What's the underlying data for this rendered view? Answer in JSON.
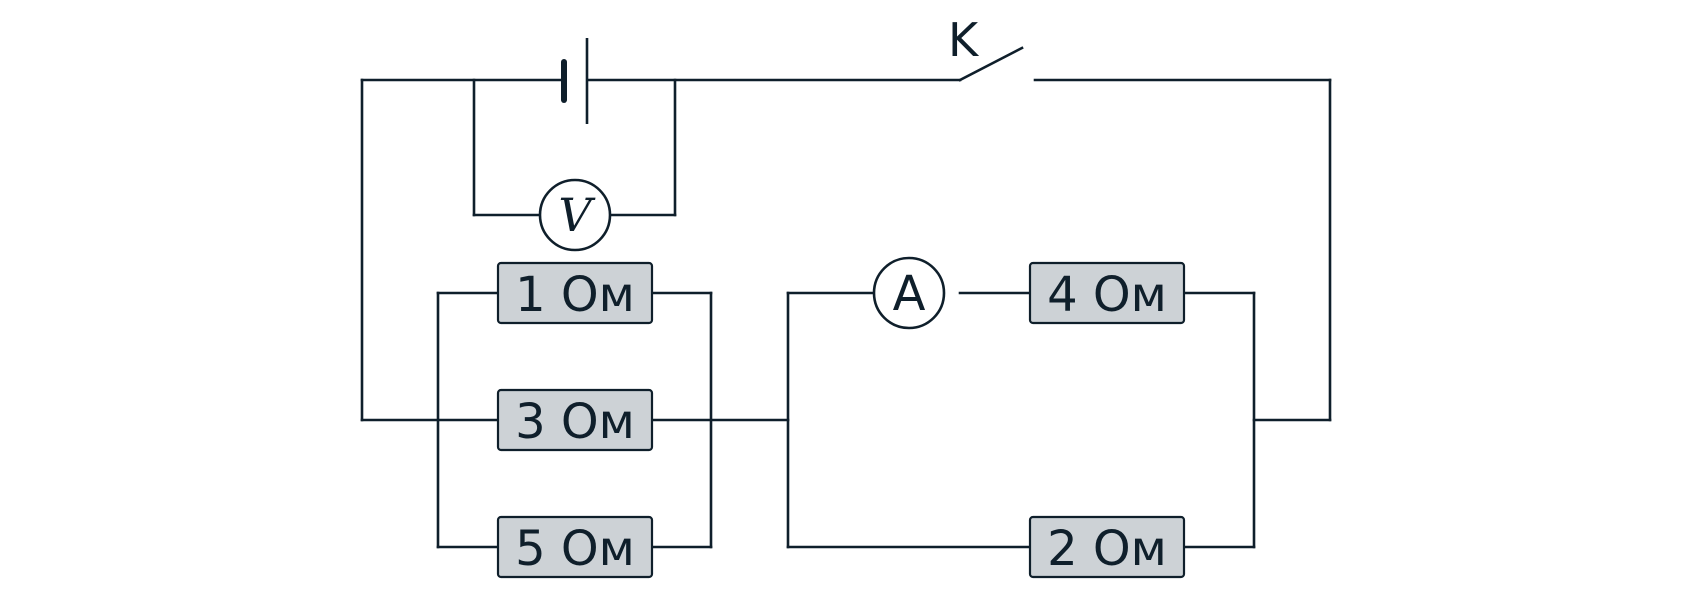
{
  "switch": {
    "label": "K"
  },
  "voltmeter": {
    "label": "V"
  },
  "ammeter": {
    "label": "A"
  },
  "resistors": {
    "r1": {
      "label": "1 Ом"
    },
    "r3": {
      "label": "3 Ом"
    },
    "r5": {
      "label": "5 Ом"
    },
    "r4": {
      "label": "4 Ом"
    },
    "r2": {
      "label": "2 Ом"
    }
  },
  "colors": {
    "wire": "#0f1f2b",
    "resistor_fill": "#cdd2d6",
    "background": "#ffffff"
  }
}
